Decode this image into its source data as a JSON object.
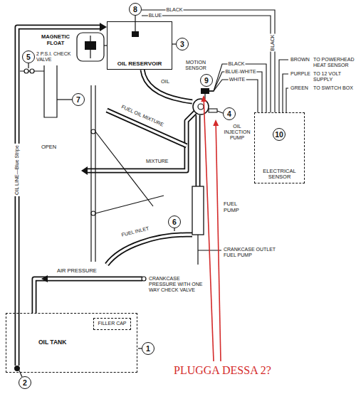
{
  "diagram": {
    "nodes": [
      {
        "text": [
          "8"
        ]
      },
      {
        "text": [
          "OIL RESERVOIR"
        ]
      },
      {
        "text": [
          "3"
        ]
      },
      {
        "text": [
          "5"
        ]
      },
      {
        "text": [
          "9"
        ]
      },
      {
        "text": [
          "7"
        ]
      },
      {
        "text": [
          "4"
        ]
      },
      {
        "text": [
          "ELECTRICAL SENSOR"
        ]
      },
      {
        "text": [
          "10"
        ],
        "in": 7
      },
      {
        "text": [
          "6"
        ]
      },
      {
        "text": [
          "OIL TANK"
        ]
      },
      {
        "text": [
          "FILLER CAP"
        ],
        "in": 10
      },
      {
        "text": [
          "1"
        ]
      },
      {
        "text": [
          "2"
        ]
      }
    ],
    "edges": [
      {
        "from": 10,
        "to": 1,
        "arrow": "to",
        "label": "OIL LINE—Blue Stripe"
      }
    ],
    "labels": [
      "BLACK",
      "BLUE",
      "MAGNETIC FLOAT",
      "2 P.S.I. CHECK VALVE",
      "OIL",
      "MOTION SENSOR",
      "BLACK",
      "BLUE-WHITE",
      "WHITE",
      "BLACK",
      "BROWN",
      "TO POWERHEAD HEAT SENSOR",
      "PURPLE",
      "TO 12 VOLT SUPPLY",
      "GREEN",
      "TO SWITCH BOX",
      "OIL INJECTION PUMP",
      "OPEN",
      "FUEL OIL MIXTURE",
      "MIXTURE",
      "FUEL PUMP",
      "FUEL INLET",
      "CRANKCASE OUTLET FUEL PUMP",
      "AIR PRESSURE",
      "CRANKCASE PRESSURE WITH ONE WAY CHECK VALVE",
      "PLUGGA DESSA 2?"
    ]
  }
}
